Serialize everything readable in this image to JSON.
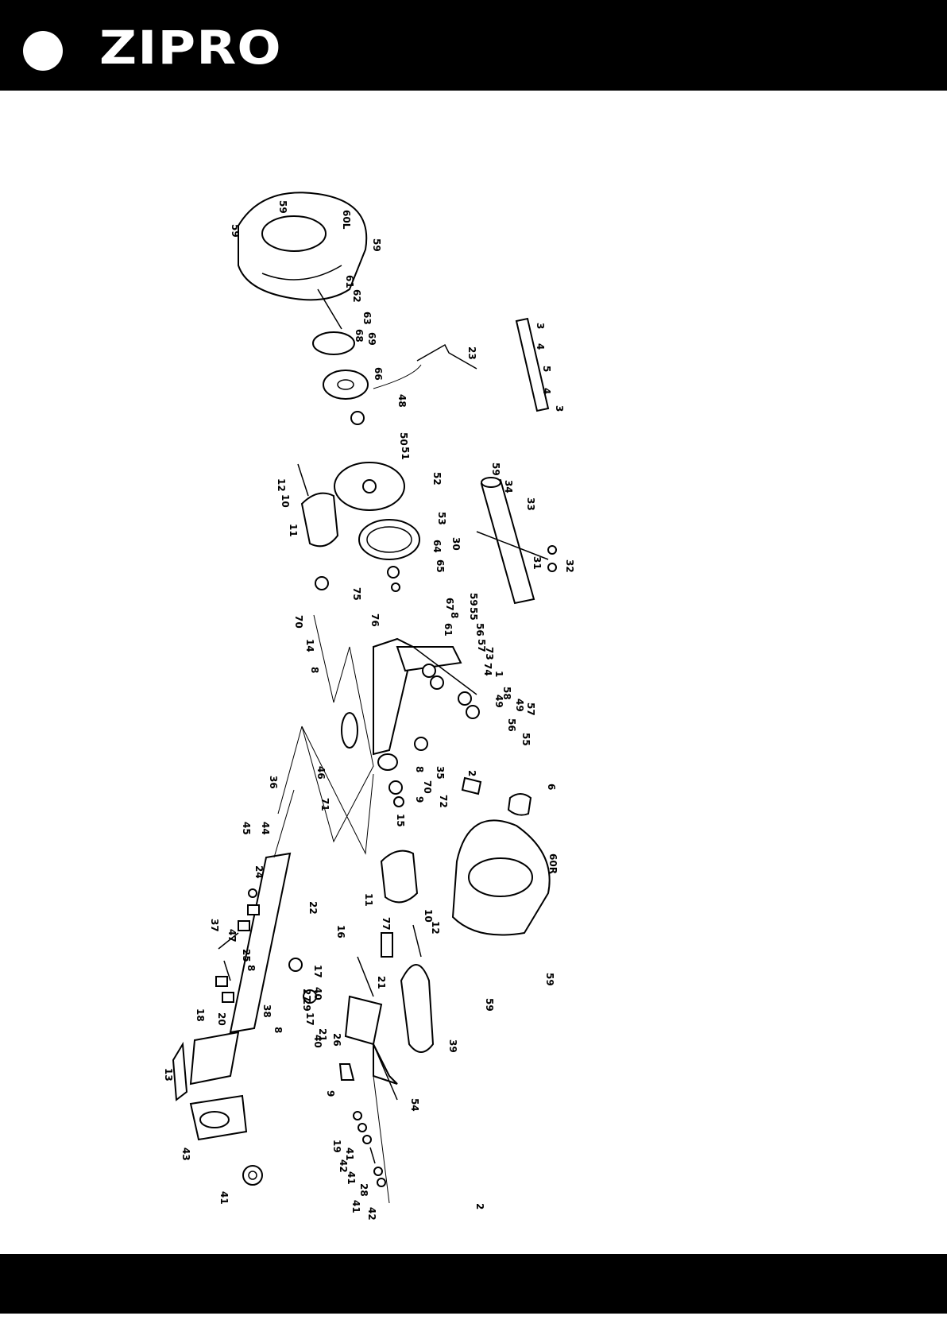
{
  "header": {
    "brand": "ZIPRO",
    "bar_color": "#000000",
    "logo_icon": "circle-logo-icon"
  },
  "diagram": {
    "description_type": "exploded-parts-diagram",
    "part_labels": [
      "59",
      "59",
      "60L",
      "59",
      "61",
      "62",
      "63",
      "68",
      "69",
      "66",
      "48",
      "23",
      "3",
      "4",
      "5",
      "4",
      "3",
      "50",
      "51",
      "52",
      "12",
      "10",
      "11",
      "53",
      "59",
      "34",
      "33",
      "30",
      "31",
      "32",
      "64",
      "65",
      "75",
      "76",
      "67",
      "8",
      "59",
      "70",
      "14",
      "8",
      "61",
      "55",
      "56",
      "57",
      "73",
      "74",
      "1",
      "49",
      "58",
      "49",
      "57",
      "56",
      "55",
      "46",
      "71",
      "8",
      "35",
      "2",
      "9",
      "70",
      "72",
      "15",
      "6",
      "36",
      "60R",
      "44",
      "45",
      "22",
      "11",
      "10",
      "24",
      "77",
      "12",
      "59",
      "47",
      "37",
      "16",
      "59",
      "40",
      "25",
      "8",
      "17",
      "21",
      "18",
      "27",
      "20",
      "29",
      "17",
      "21",
      "40",
      "26",
      "39",
      "13",
      "38",
      "8",
      "9",
      "54",
      "19",
      "41",
      "42",
      "41",
      "43",
      "28",
      "41",
      "42",
      "41",
      "2"
    ]
  },
  "footer": {
    "bar_color": "#000000"
  }
}
